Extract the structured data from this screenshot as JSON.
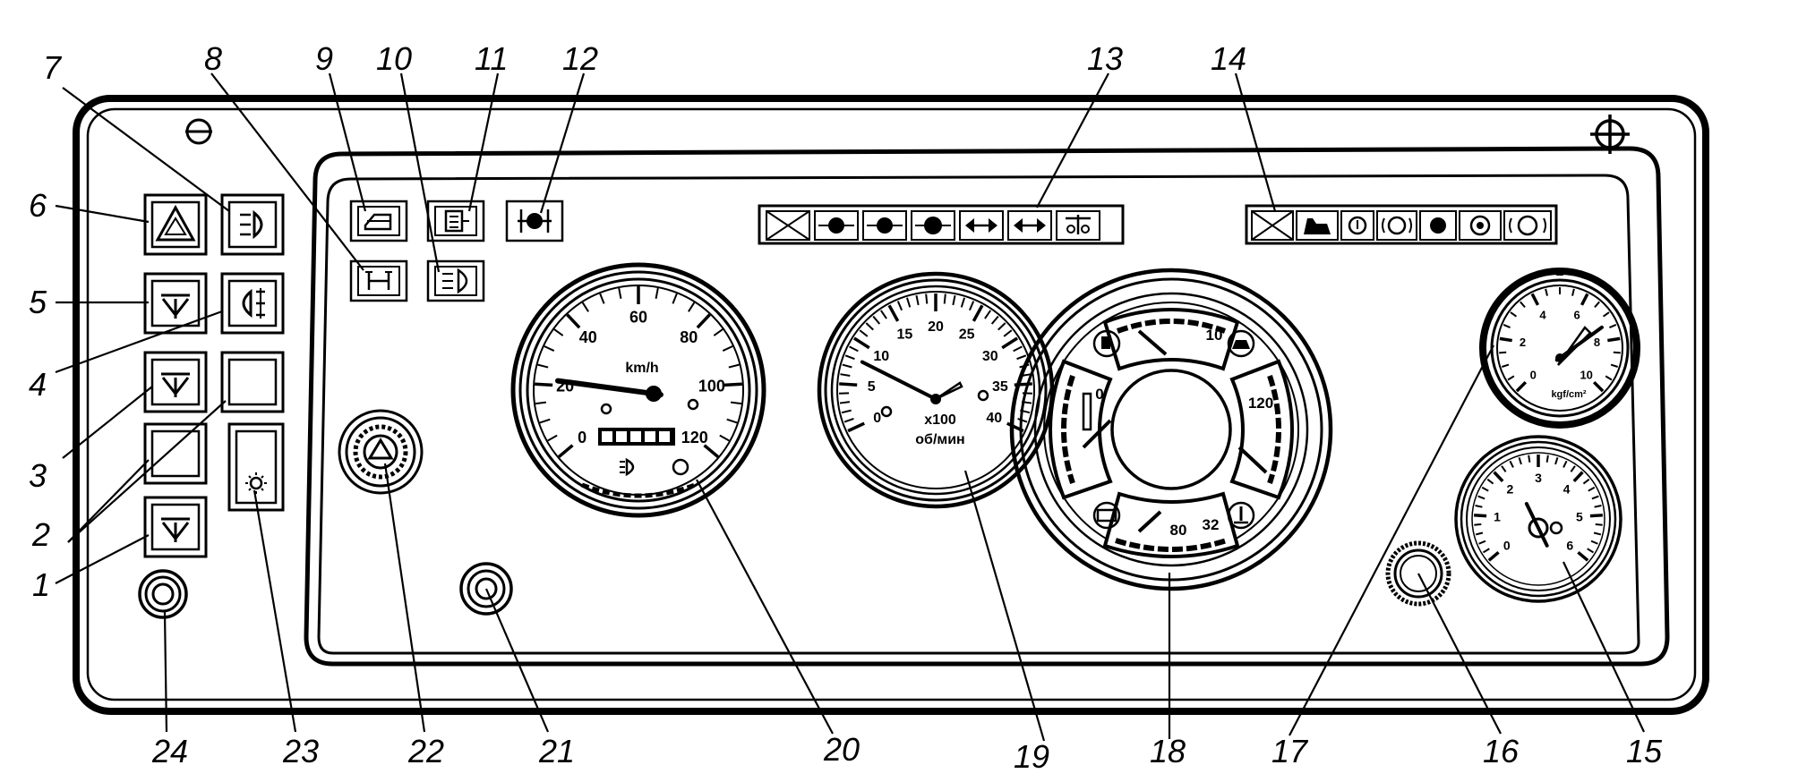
{
  "callouts": [
    "1",
    "2",
    "3",
    "4",
    "5",
    "6",
    "7",
    "8",
    "9",
    "10",
    "11",
    "12",
    "13",
    "14",
    "15",
    "16",
    "17",
    "18",
    "19",
    "20",
    "21",
    "22",
    "23",
    "24"
  ],
  "speedometer": {
    "unit": "km/h",
    "ticks": [
      "0",
      "20",
      "40",
      "60",
      "80",
      "100",
      "120"
    ],
    "max": 120,
    "needle_value": 22
  },
  "tachometer": {
    "multiplier": "x100",
    "unit": "об/мин",
    "ticks": [
      "0",
      "5",
      "10",
      "15",
      "20",
      "25",
      "30",
      "35",
      "40"
    ],
    "max": 40,
    "needle_value": 9
  },
  "combo_gauge": {
    "top_ticks": [
      "10"
    ],
    "left_ticks": [
      "0"
    ],
    "right_ticks": [
      "120"
    ],
    "bottom_ticks": [
      "80",
      "32"
    ]
  },
  "pressure_gauge": {
    "unit": "kgf/cm²",
    "ticks": [
      "0",
      "2",
      "4",
      "6",
      "8",
      "10"
    ],
    "max": 10,
    "needle_value": 7
  },
  "small_gauge": {
    "ticks": [
      "0",
      "1",
      "2",
      "3",
      "4",
      "5",
      "6"
    ],
    "max": 6,
    "needle_value": 2.4
  }
}
